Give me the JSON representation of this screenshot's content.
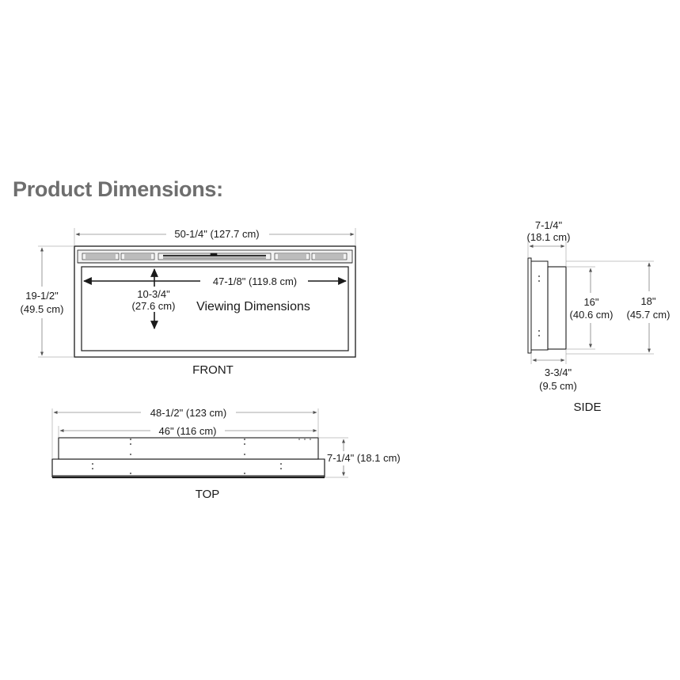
{
  "title": "Product Dimensions:",
  "front": {
    "label": "FRONT",
    "overall_width": "50-1/4\" (127.7 cm)",
    "overall_height_in": "19-1/2\"",
    "overall_height_cm": "(49.5 cm)",
    "viewing_width": "47-1/8\" (119.8 cm)",
    "viewing_height_in": "10-3/4\"",
    "viewing_height_cm": "(27.6 cm)",
    "viewing_label": "Viewing Dimensions"
  },
  "top": {
    "label": "TOP",
    "outer_width": "48-1/2\" (123 cm)",
    "inner_width": "46\" (116 cm)",
    "depth": "7-1/4\" (18.1 cm)"
  },
  "side": {
    "label": "SIDE",
    "depth_in": "7-1/4\"",
    "depth_cm": "(18.1 cm)",
    "inner_height_in": "16\"",
    "inner_height_cm": "(40.6 cm)",
    "outer_height_in": "18\"",
    "outer_height_cm": "(45.7 cm)",
    "recess_in": "3-3/4\"",
    "recess_cm": "(9.5 cm)"
  }
}
